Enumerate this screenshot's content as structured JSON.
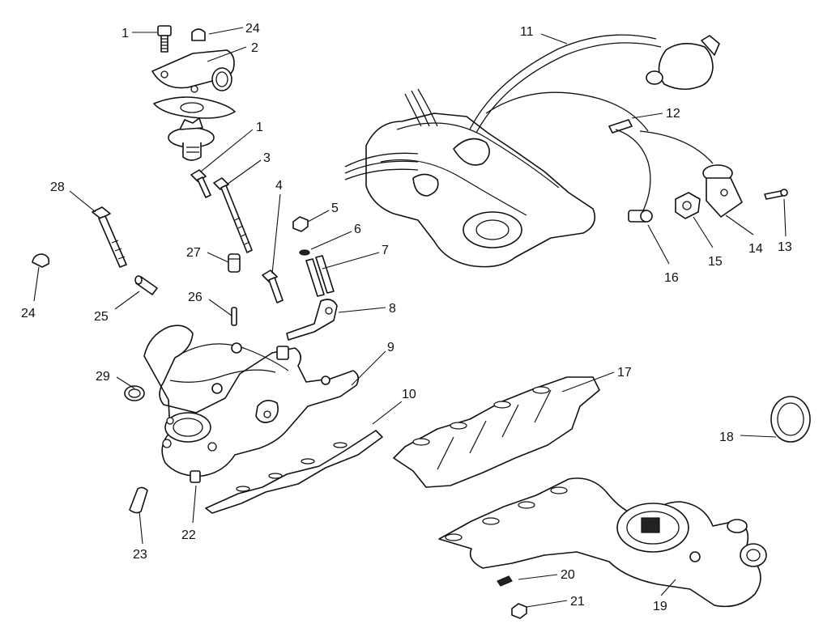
{
  "callouts": [
    {
      "id": "c1a",
      "label": "1"
    },
    {
      "id": "c24a",
      "label": "24"
    },
    {
      "id": "c2",
      "label": "2"
    },
    {
      "id": "c1b",
      "label": "1"
    },
    {
      "id": "c3",
      "label": "3"
    },
    {
      "id": "c28",
      "label": "28"
    },
    {
      "id": "c4",
      "label": "4"
    },
    {
      "id": "c5",
      "label": "5"
    },
    {
      "id": "c6",
      "label": "6"
    },
    {
      "id": "c7",
      "label": "7"
    },
    {
      "id": "c27",
      "label": "27"
    },
    {
      "id": "c24b",
      "label": "24"
    },
    {
      "id": "c25",
      "label": "25"
    },
    {
      "id": "c26",
      "label": "26"
    },
    {
      "id": "c8",
      "label": "8"
    },
    {
      "id": "c9",
      "label": "9"
    },
    {
      "id": "c29",
      "label": "29"
    },
    {
      "id": "c10",
      "label": "10"
    },
    {
      "id": "c22",
      "label": "22"
    },
    {
      "id": "c23",
      "label": "23"
    },
    {
      "id": "c11",
      "label": "11"
    },
    {
      "id": "c12",
      "label": "12"
    },
    {
      "id": "c13",
      "label": "13"
    },
    {
      "id": "c14",
      "label": "14"
    },
    {
      "id": "c15",
      "label": "15"
    },
    {
      "id": "c16",
      "label": "16"
    },
    {
      "id": "c17",
      "label": "17"
    },
    {
      "id": "c18",
      "label": "18"
    },
    {
      "id": "c19",
      "label": "19"
    },
    {
      "id": "c20",
      "label": "20"
    },
    {
      "id": "c21",
      "label": "21"
    }
  ]
}
